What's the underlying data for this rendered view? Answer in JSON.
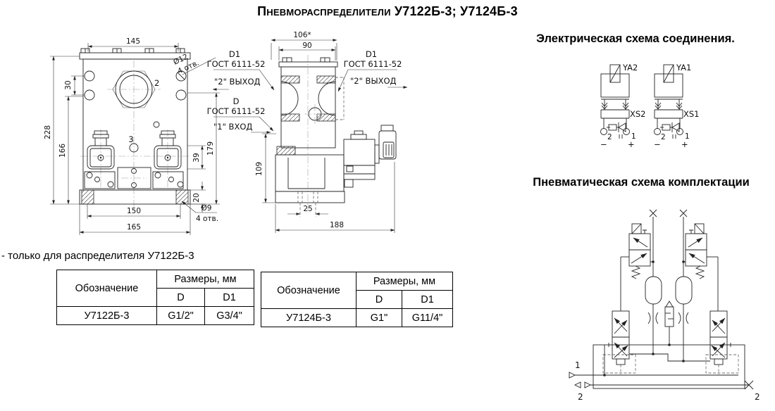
{
  "title": {
    "prefix": "Пневмораспределители",
    "models": "У7122Б-3; У7124Б-3"
  },
  "note": "- только для распределителя У7122Б-3",
  "front_view": {
    "dims": {
      "width_top": "145",
      "hole_span": "30",
      "height": "228",
      "mid_height": "166",
      "right_height": "179",
      "coil_height": "39",
      "base_height": "20",
      "base_holes": "150",
      "base_width": "165"
    },
    "callouts": {
      "top_hole_dia": "Ø12",
      "top_hole_count": "4 отв.",
      "base_hole_dia": "Ø9",
      "base_hole_count": "4 отв."
    },
    "ports": {
      "port2": "2",
      "port3": "3"
    }
  },
  "side_view": {
    "dims": {
      "width_star": "106*",
      "width": "90",
      "height": "109",
      "hole_span": "25",
      "depth": "188"
    }
  },
  "thread_callouts": {
    "top": {
      "size": "D1",
      "standard": "ГОСТ 6111-52",
      "port": "\"2\" ВЫХОД"
    },
    "left": {
      "size": "D",
      "standard": "ГОСТ 6111-52",
      "port": "\"1\" ВХОД"
    },
    "right": {
      "size": "D1",
      "standard": "ГОСТ 6111-52",
      "port": "\"2\" ВЫХОД"
    }
  },
  "electrical": {
    "title": "Электрическая схема соединения.",
    "units": [
      {
        "coil": "YA2",
        "connector": "XS2",
        "terminal_neg": "2",
        "terminal_pos": "1",
        "neg": "−",
        "pos": "+"
      },
      {
        "coil": "YA1",
        "connector": "XS1",
        "terminal_neg": "2",
        "terminal_pos": "1",
        "neg": "−",
        "pos": "+"
      }
    ]
  },
  "pneumatic": {
    "title": "Пневматическая схема комплектации",
    "ports": {
      "inlet": "1",
      "out_left": "2",
      "out_right": "2"
    }
  },
  "tables": [
    {
      "header": {
        "designation": "Обозначение",
        "sizes": "Размеры, мм",
        "d": "D",
        "d1": "D1"
      },
      "rows": [
        {
          "designation": "У7122Б-3",
          "d": "G1/2\"",
          "d1": "G3/4\""
        }
      ]
    },
    {
      "header": {
        "designation": "Обозначение",
        "sizes": "Размеры, мм",
        "d": "D",
        "d1": "D1"
      },
      "rows": [
        {
          "designation": "У7124Б-3",
          "d": "G1\"",
          "d1": "G11/4\""
        }
      ]
    }
  ]
}
